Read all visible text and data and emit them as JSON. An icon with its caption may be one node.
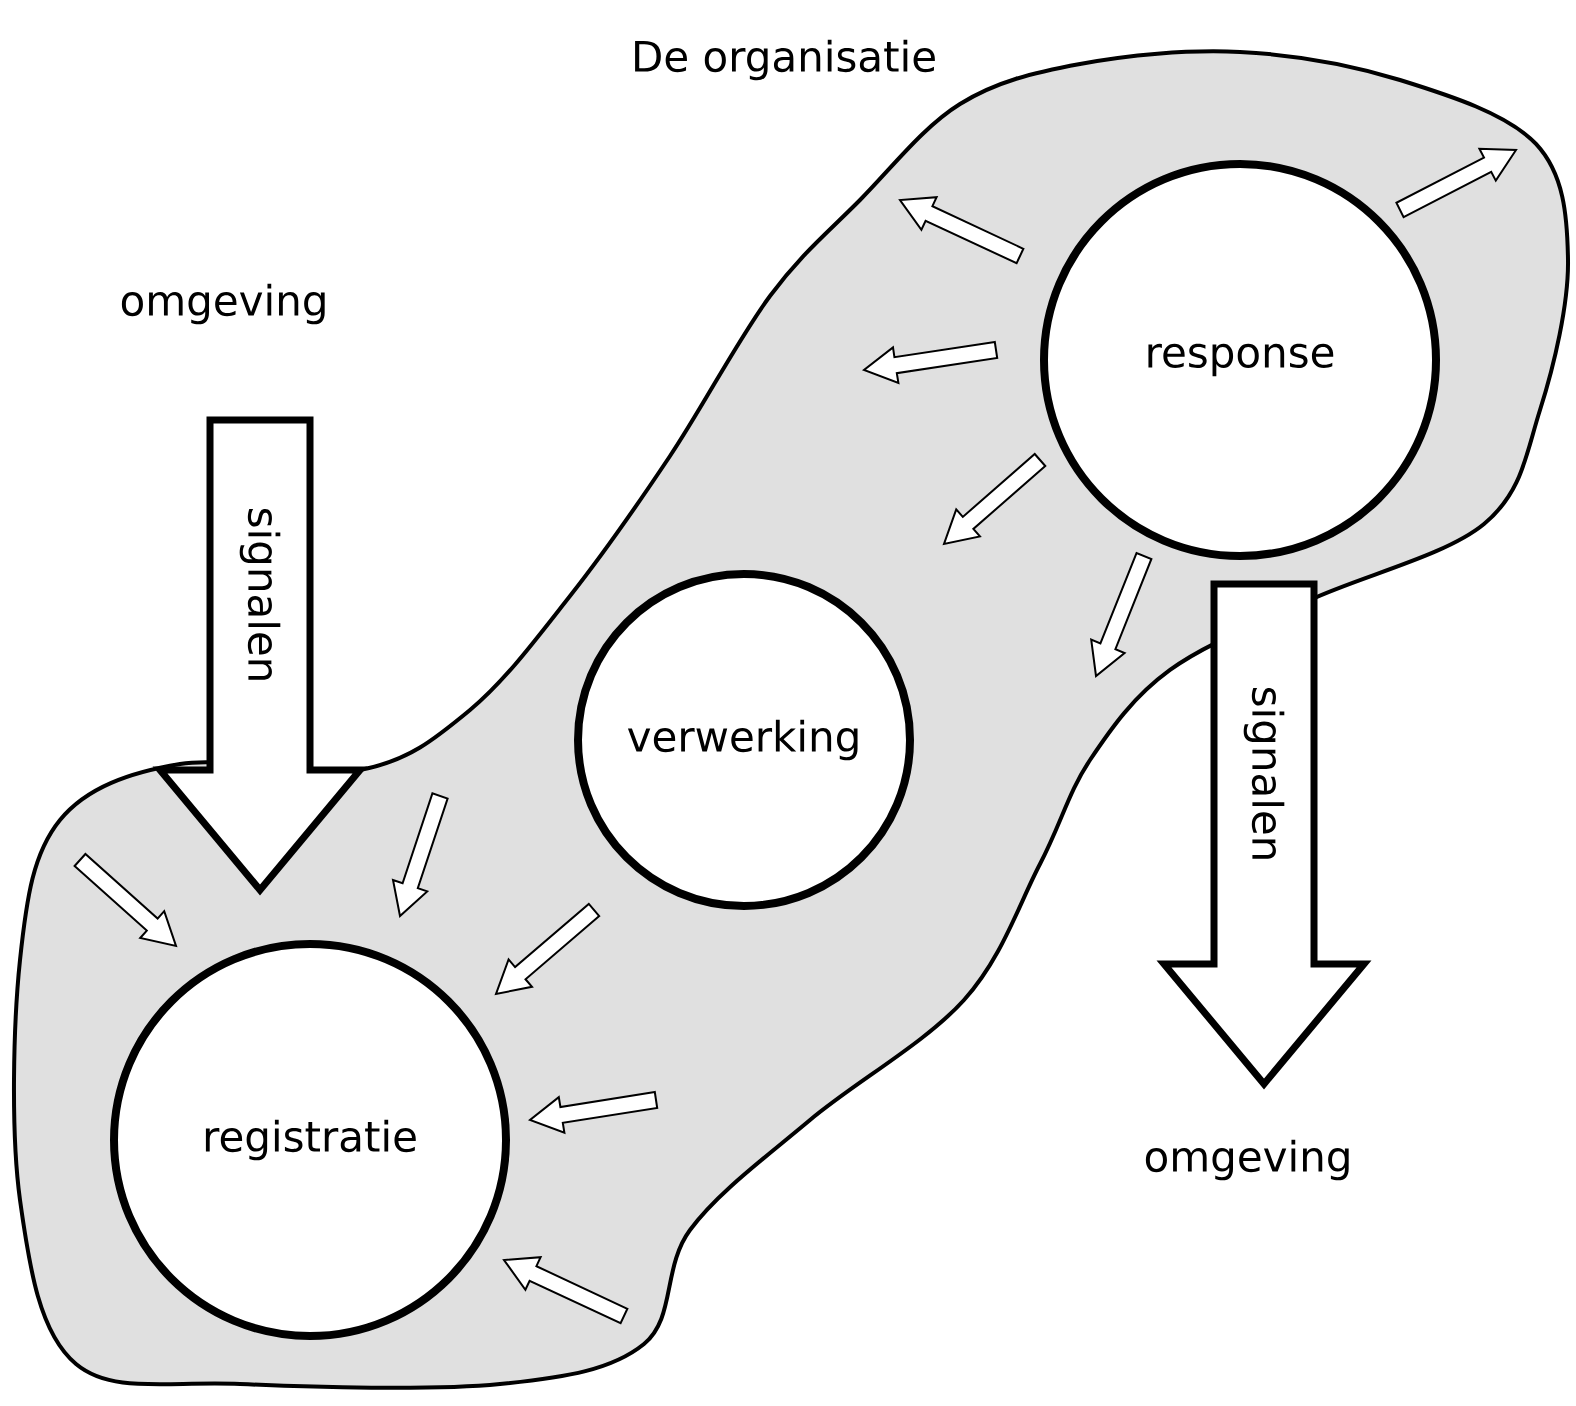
{
  "diagram": {
    "nodes": [
      {
        "text": [
          "De organisatie"
        ]
      },
      {
        "text": [
          "omgeving"
        ]
      },
      {
        "text": [
          "response"
        ],
        "in": 0
      },
      {
        "text": [
          "verwerking"
        ],
        "in": 0
      },
      {
        "text": [
          "registratie"
        ],
        "in": 0
      },
      {
        "text": [
          "omgeving"
        ]
      }
    ],
    "edges": [
      {
        "from": 1,
        "to": 4,
        "arrow": "to",
        "label": "signalen",
        "style": "thick"
      },
      {
        "from": 2,
        "to": 5,
        "arrow": "to",
        "label": "signalen",
        "style": "thick"
      },
      {
        "from": 2,
        "to": 3,
        "arrow": "to"
      },
      {
        "from": 3,
        "to": 4,
        "arrow": "to"
      }
    ]
  }
}
